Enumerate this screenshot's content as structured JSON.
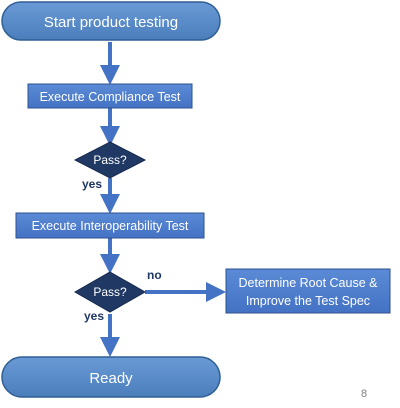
{
  "diagram": {
    "nodes": {
      "start": "Start product testing",
      "compliance": "Execute Compliance Test",
      "decision1": "Pass?",
      "interop": "Execute Interoperability Test",
      "decision2": "Pass?",
      "root_cause_line1": "Determine Root Cause &",
      "root_cause_line2": "Improve the Test Spec",
      "ready": "Ready"
    },
    "edge_labels": {
      "yes1": "yes",
      "yes2": "yes",
      "no": "no"
    },
    "page_number": "8",
    "colors": {
      "terminal_fill": "#4a7ebb",
      "terminal_border": "#2f5f94",
      "process_fill": "#4472c4",
      "process_border": "#2f528f",
      "decision_fill": "#1f3864",
      "arrow": "#4472c4",
      "label_text": "#1f3864"
    }
  }
}
